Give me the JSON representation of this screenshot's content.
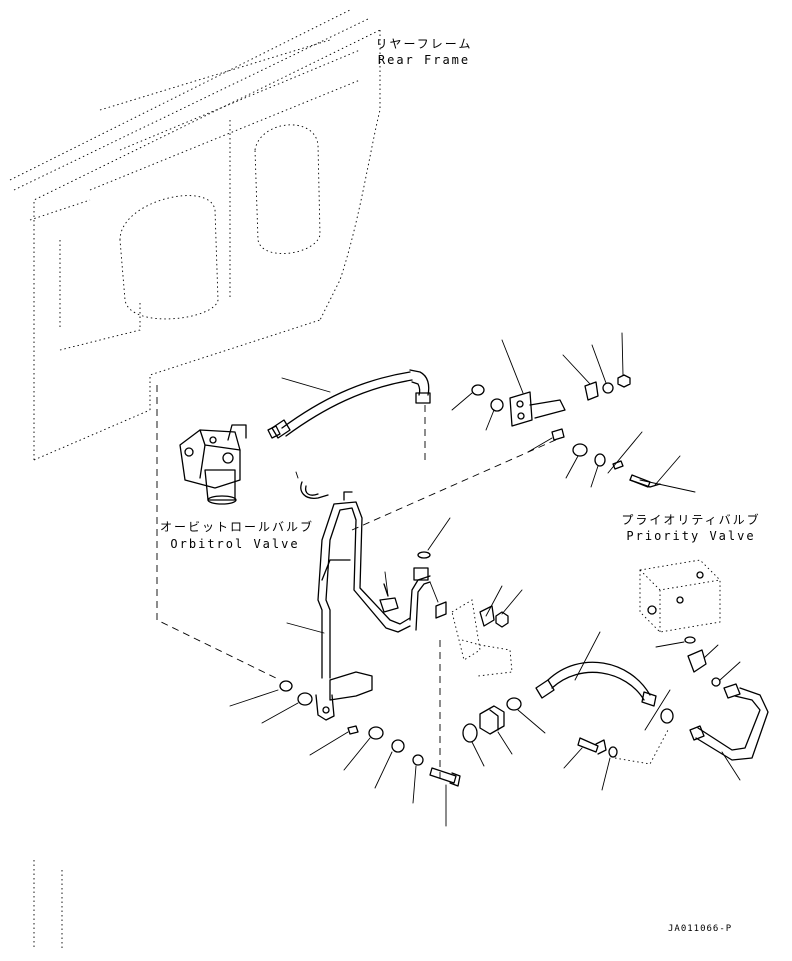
{
  "labels": {
    "rear_frame": {
      "ja": "リヤーフレーム",
      "en": "Rear Frame"
    },
    "orbitrol_valve": {
      "ja": "オービットロールバルブ",
      "en": "Orbitrol Valve"
    },
    "priority_valve": {
      "ja": "プライオリティバルブ",
      "en": "Priority Valve"
    }
  },
  "drawing_code": "JA011066-P"
}
